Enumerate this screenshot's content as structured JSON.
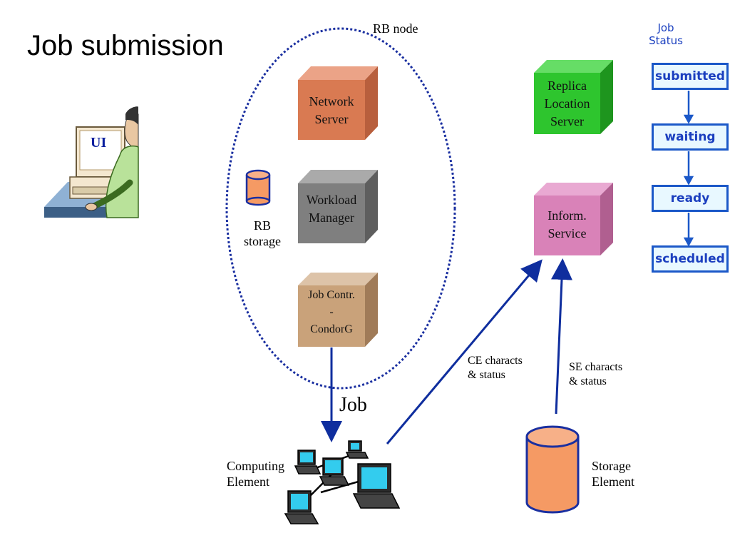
{
  "title": "Job submission",
  "ui_label": "UI",
  "rb_node": {
    "label": "RB node"
  },
  "rb_storage": {
    "line1": "RB",
    "line2": "storage"
  },
  "network_server": {
    "line1": "Network",
    "line2": "Server"
  },
  "workload_manager": {
    "line1": "Workload",
    "line2": "Manager"
  },
  "job_controller": {
    "line1": "Job Contr.",
    "line2": "-",
    "line3": "CondorG"
  },
  "replica_location_server": {
    "line1": "Replica",
    "line2": "Location",
    "line3": "Server"
  },
  "information_service": {
    "line1": "Inform.",
    "line2": "Service"
  },
  "job_arrow_label": "Job",
  "ce_label": {
    "line1": "CE characts",
    "line2": "& status"
  },
  "se_label": {
    "line1": "SE characts",
    "line2": "& status"
  },
  "computing_element": {
    "line1": "Computing",
    "line2": "Element"
  },
  "storage_element": {
    "line1": "Storage",
    "line2": "Element"
  },
  "job_status": {
    "title_line1": "Job",
    "title_line2": "Status",
    "states": [
      "submitted",
      "waiting",
      "ready",
      "scheduled"
    ]
  },
  "colors": {
    "network_server": "#d97a52",
    "workload_manager": "#7f7f7f",
    "job_controller": "#c9a27a",
    "replica_location_server": "#2ec52e",
    "information_service": "#d982b8",
    "storage": "#f59a64",
    "arrow": "#0f2e9e",
    "status_border": "#1b58c8",
    "status_fill": "#e8f8ff"
  },
  "icons": [
    "user-at-computer-icon",
    "computing-cluster-icon",
    "storage-cylinder-icon"
  ]
}
